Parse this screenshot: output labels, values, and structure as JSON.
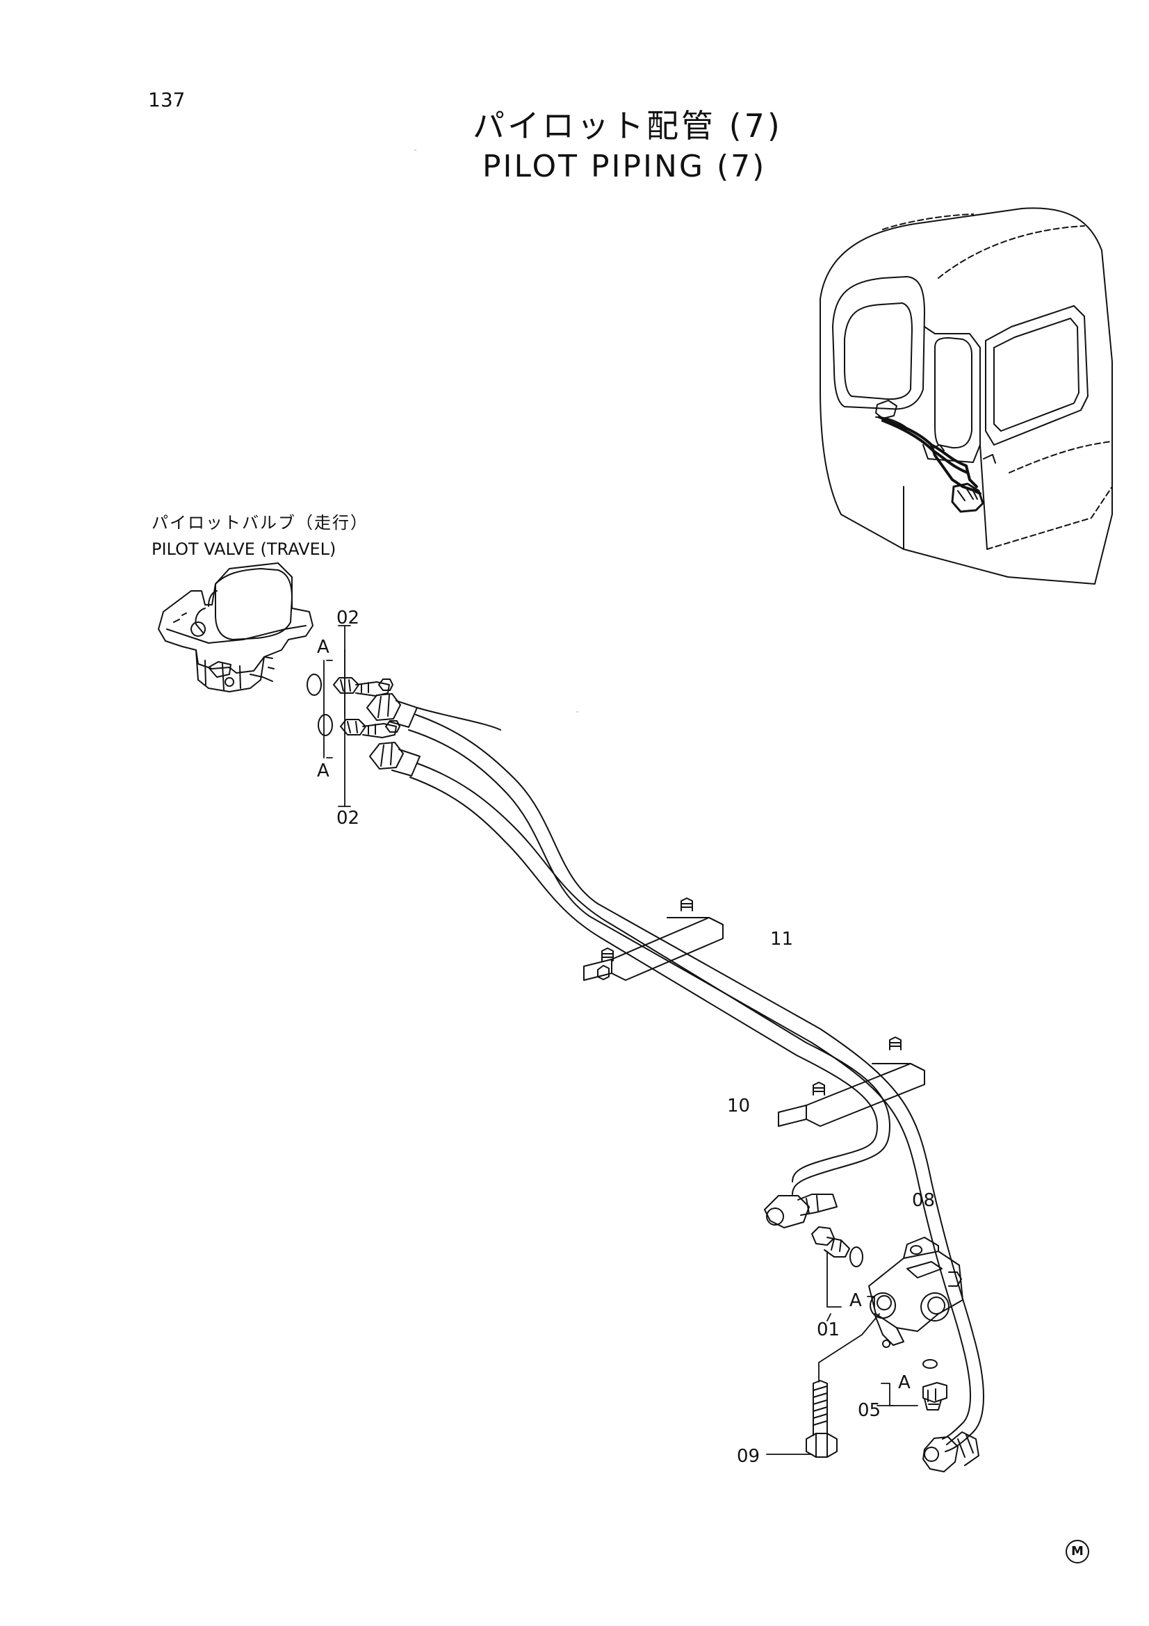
{
  "page_number": "137",
  "title": {
    "japanese": "パイロット配管 (7)",
    "english": "PILOT PIPING (7)"
  },
  "valve_label": {
    "japanese": "パイロットバルブ（走行）",
    "english": "PILOT VALVE (TRAVEL)"
  },
  "callouts": {
    "p02_top": "02",
    "p02_bottom": "02",
    "a_top": "A",
    "a_bottom": "A",
    "a_block": "A",
    "a_05": "A",
    "p11": "11",
    "p10": "10",
    "p08": "08",
    "p01": "01",
    "p05": "05",
    "p09": "09"
  },
  "maker_mark": "M"
}
